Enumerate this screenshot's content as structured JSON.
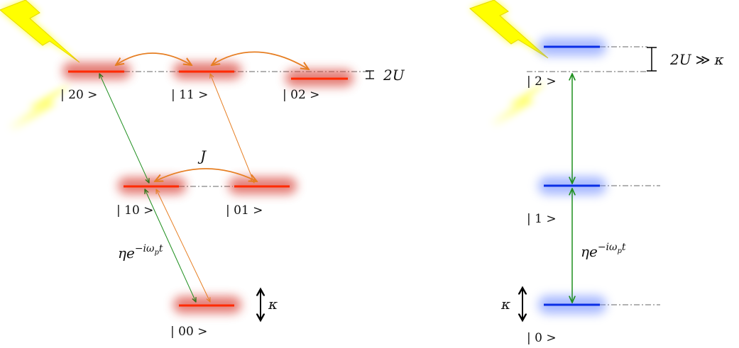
{
  "left": {
    "states": {
      "s20": "| 20 >",
      "s11": "| 11 >",
      "s02": "| 02 >",
      "s10": "| 10 >",
      "s01": "| 01 >",
      "s00": "| 00 >"
    },
    "coupling_J": "J",
    "drive_eta": "η",
    "drive_e": "e",
    "drive_exp": "−iω",
    "drive_sub": "p",
    "drive_t": "t",
    "interaction": "2U",
    "decay": "κ"
  },
  "right": {
    "states": {
      "s2": "| 2 >",
      "s1": "| 1 >",
      "s0": "| 0 >"
    },
    "interaction_2U": "2U",
    "interaction_rel": "≫",
    "interaction_kappa": "κ",
    "drive_eta": "η",
    "drive_e": "e",
    "drive_exp": "−iω",
    "drive_sub": "p",
    "drive_t": "t",
    "decay": "κ"
  },
  "colors": {
    "level_red": "#ff2a00",
    "glow_red": "#d9453a",
    "level_blue": "#0a2ee6",
    "glow_blue": "#6f8cff",
    "arrow_orange": "#e67e22",
    "arrow_green": "#1f8f1f",
    "arrow_darkgreen": "#3f6b1a",
    "lightning": "#ffff00"
  }
}
